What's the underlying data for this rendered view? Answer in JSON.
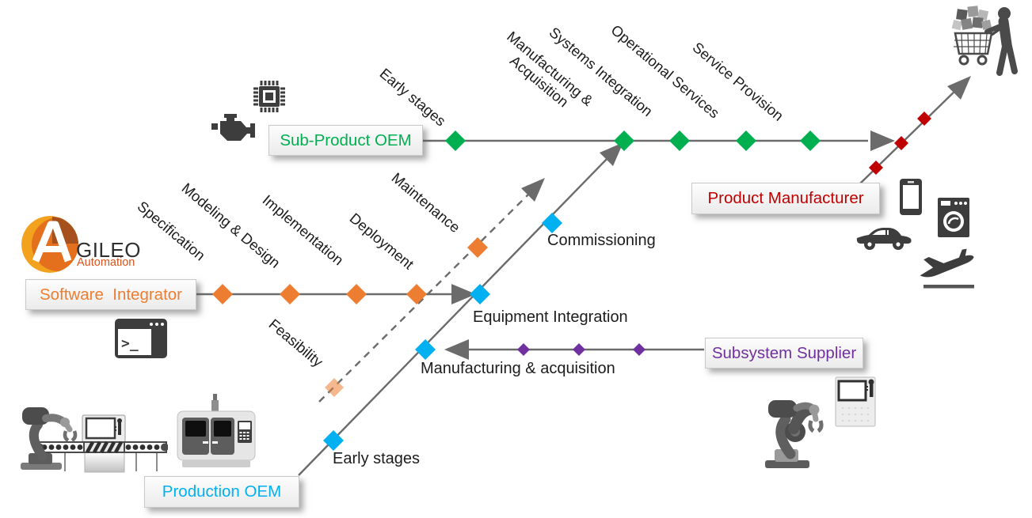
{
  "logo": {
    "letter": "A",
    "name": "GILEO",
    "subtitle": "Automation"
  },
  "boxes": {
    "sub_product_oem": "Sub-Product OEM",
    "software_integrator": "Software  Integrator",
    "production_oem": "Production OEM",
    "subsystem_supplier": "Subsystem Supplier",
    "product_manufacturer": "Product Manufacturer"
  },
  "stages": {
    "sub_product_oem": [
      "Early stages",
      "Manufacturing &\nAcquisition",
      "Systems Integration",
      "Operational Services",
      "Service Provision"
    ],
    "software_integrator": [
      "Specification",
      "Modeling & Design",
      "Implementation",
      "Deployment",
      "Maintenance",
      "Feasibility"
    ],
    "production_oem": [
      "Early stages",
      "Manufacturing & acquisition",
      "Equipment Integration",
      "Commissioning"
    ]
  },
  "colors": {
    "sub_product_oem": "#00B050",
    "software_integrator": "#ED7D31",
    "production_oem": "#00B0F0",
    "subsystem_supplier": "#7030A0",
    "product_manufacturer": "#C00000",
    "connector_gray": "#6B6B6B"
  },
  "icons": [
    "cpu-chip-icon",
    "engine-icon",
    "terminal-icon",
    "robot-conveyor-icon",
    "production-machine-icon",
    "robot-arm-icon",
    "control-panel-icon",
    "smartphone-icon",
    "washing-machine-icon",
    "car-icon",
    "airplane-icon",
    "shopper-cart-icon"
  ]
}
